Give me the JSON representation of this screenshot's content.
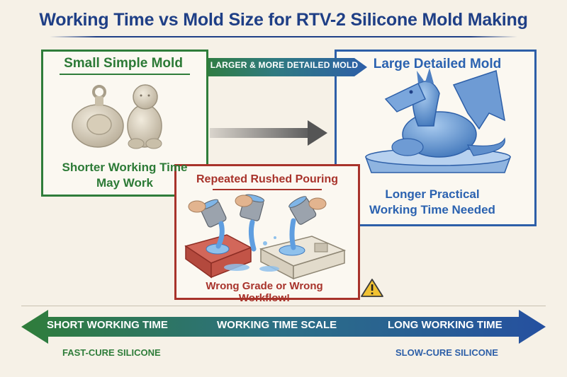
{
  "title": "Working Time vs Mold Size for RTV-2 Silicone Mold Making",
  "small_mold": {
    "title": "Small Simple Mold",
    "caption_line1": "Shorter Working Time",
    "caption_line2": "May Work"
  },
  "progression": {
    "label": "LARGER & MORE DETAILED MOLD"
  },
  "large_mold": {
    "title": "Large Detailed Mold",
    "caption_line1": "Longer Practical",
    "caption_line2": "Working Time Needed"
  },
  "rushed": {
    "title": "Repeated Rushed Pouring",
    "warning": "Wrong Grade or Wrong Workflow!",
    "warning_icon": "warning-triangle-icon"
  },
  "scale": {
    "left_label": "SHORT WORKING TIME",
    "center_label": "WORKING TIME SCALE",
    "right_label": "LONG WORKING TIME",
    "left_sublabel": "FAST-CURE SILICONE",
    "right_sublabel": "SLOW-CURE SILICONE"
  },
  "colors": {
    "title": "#1f3f86",
    "small": "#2f7d3a",
    "large": "#2d5fa8",
    "rushed": "#a8332b",
    "background": "#f6f1e7"
  }
}
